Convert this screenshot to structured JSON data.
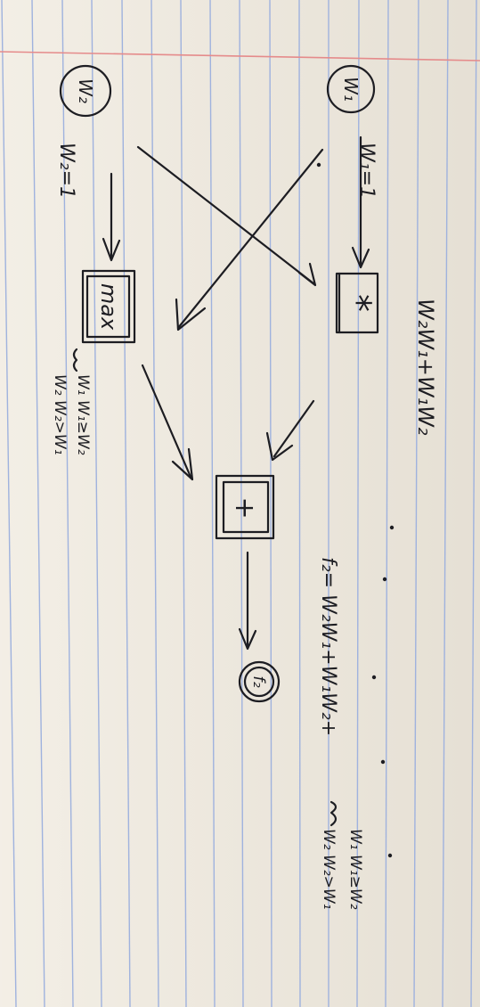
{
  "title": "W₂W₁+W₁W₂",
  "nodes": {
    "w1": {
      "label": "W₁"
    },
    "w2": {
      "label": "W₂"
    },
    "mul": {
      "label": "*"
    },
    "max": {
      "label": "max"
    },
    "add": {
      "label": "+"
    },
    "out": {
      "label": "f₂"
    }
  },
  "edges": {
    "w1_value": "W₁=1",
    "w2_value": "W₂=1"
  },
  "max_note": {
    "case1": "W₁   W₁≥W₂",
    "case2": "W₂   W₂>W₁"
  },
  "result": {
    "formula": "f₂= W₂W₁+W₁W₂+",
    "case1": "W₁   W₁≥W₂",
    "case2": "W₂   W₂>W₁"
  },
  "colors": {
    "paper": "#efe9dd",
    "blue_rule": "#9fb2de",
    "red_margin": "#e58b8b",
    "ink": "#1d1d22"
  }
}
